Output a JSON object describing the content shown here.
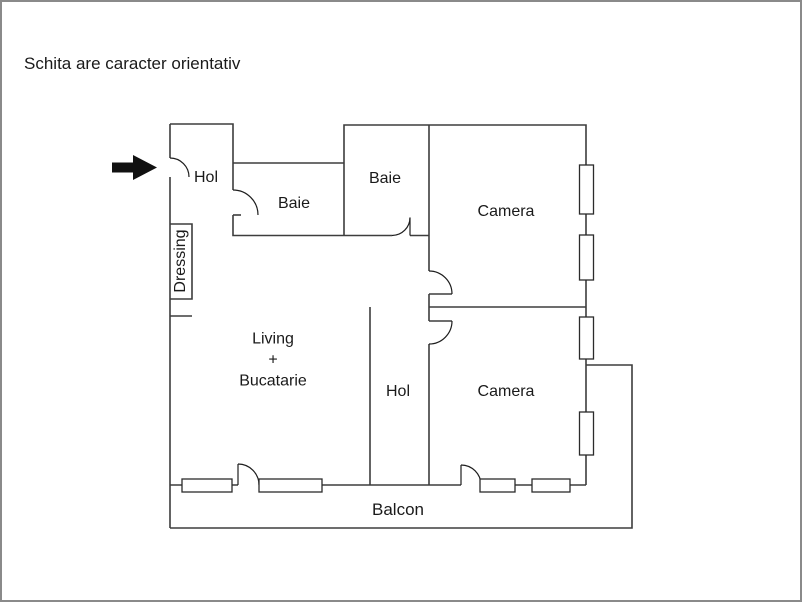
{
  "page": {
    "title": "Schita are caracter orientativ"
  },
  "colors": {
    "wall": "#3d3d3d",
    "door": "#1e1e1e",
    "window": "#2b2b2b",
    "text": "#1a1a1a",
    "arrow": "#111111",
    "frame": "#8a8a8a",
    "bg": "#ffffff"
  },
  "rooms": {
    "hol_entry": "Hol",
    "baie_1": "Baie",
    "baie_2": "Baie",
    "camera_top": "Camera",
    "dressing": "Dressing",
    "living_1": "Living",
    "living_2": "+",
    "living_3": "Bucatarie",
    "hol_mid": "Hol",
    "camera_bottom": "Camera",
    "balcon": "Balcon"
  },
  "icons": {
    "entrance_arrow": "entrance-arrow"
  }
}
